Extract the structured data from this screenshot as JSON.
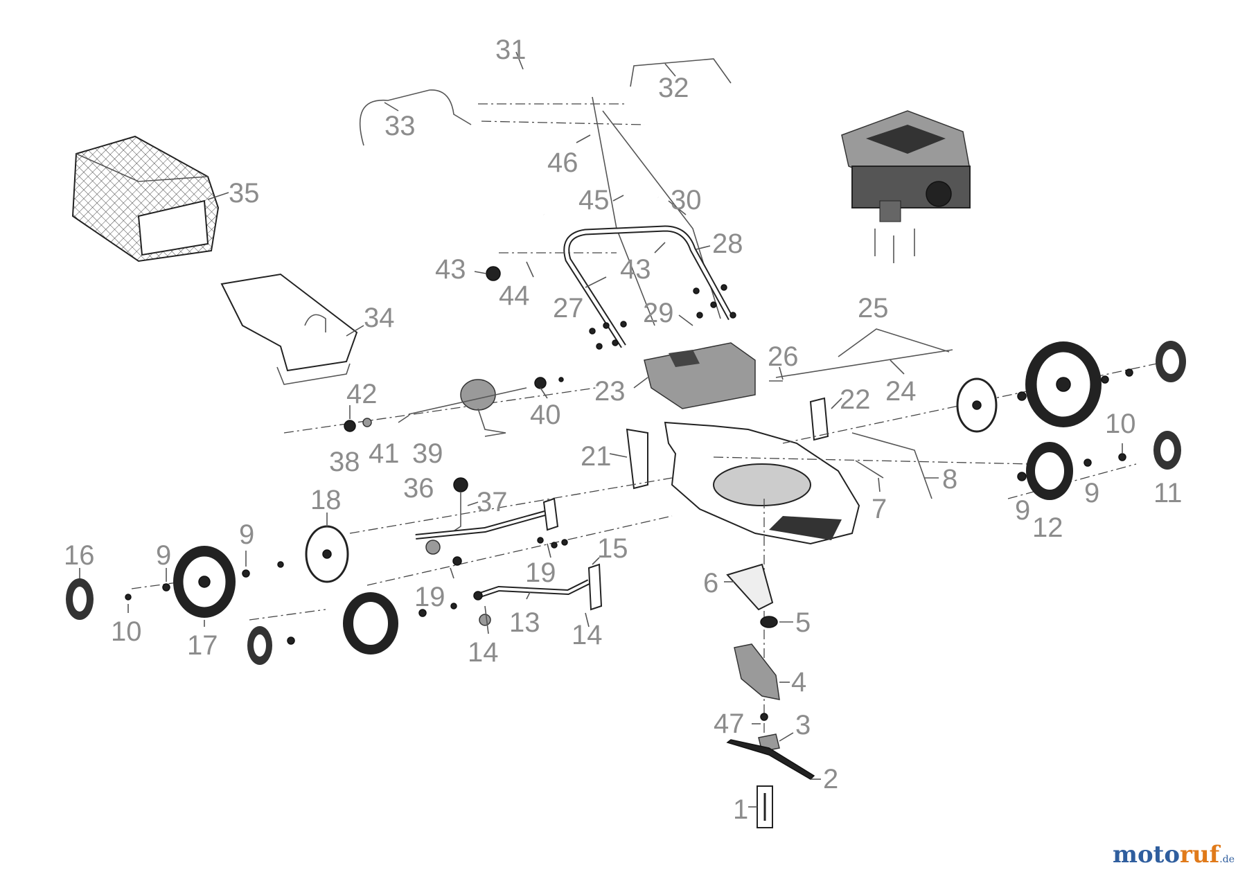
{
  "labels": {
    "p1": "1",
    "p2": "2",
    "p3": "3",
    "p4": "4",
    "p5": "5",
    "p6": "6",
    "p7": "7",
    "p8": "8",
    "p9a": "9",
    "p9b": "9",
    "p9c": "9",
    "p9d": "9",
    "p10a": "10",
    "p10b": "10",
    "p11": "11",
    "p12": "12",
    "p13": "13",
    "p14a": "14",
    "p14b": "14",
    "p15": "15",
    "p16": "16",
    "p17": "17",
    "p18": "18",
    "p19a": "19",
    "p19b": "19",
    "p21": "21",
    "p22": "22",
    "p23": "23",
    "p24": "24",
    "p25": "25",
    "p26": "26",
    "p27": "27",
    "p28": "28",
    "p29": "29",
    "p30": "30",
    "p31": "31",
    "p32": "32",
    "p33": "33",
    "p34": "34",
    "p35": "35",
    "p36": "36",
    "p37": "37",
    "p38": "38",
    "p39": "39",
    "p40": "40",
    "p41": "41",
    "p42": "42",
    "p43a": "43",
    "p43b": "43",
    "p44": "44",
    "p45": "45",
    "p46": "46",
    "p47": "47"
  },
  "watermark": {
    "brand_main": "moto",
    "brand_accent": "ruf",
    "brand_tld": ".de"
  },
  "colors": {
    "label_grey": "#8c8c8c",
    "brand_blue": "#2f5e9e",
    "brand_orange": "#e07a1a"
  }
}
